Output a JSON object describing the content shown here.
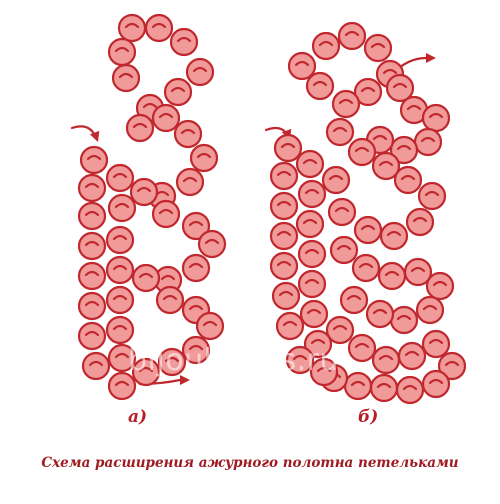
{
  "figure": {
    "caption": "Схема расширения ажурного полотна петельками",
    "watermark": "bijoubeads.ru",
    "panels": [
      {
        "id": "a",
        "label": "а)"
      },
      {
        "id": "b",
        "label": "б)"
      }
    ]
  },
  "colors": {
    "bead_fill": "#f19a9a",
    "bead_stroke": "#c0282e",
    "caption_text": "#9e1b21"
  }
}
